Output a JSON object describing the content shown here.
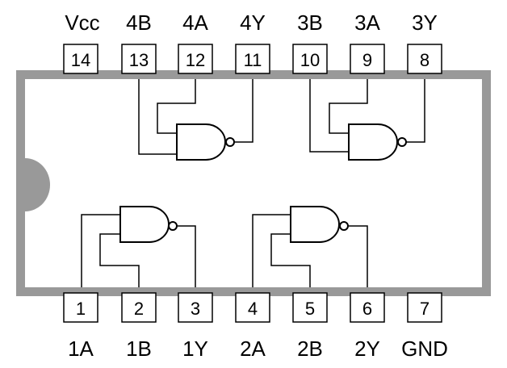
{
  "chip": {
    "body_color": "#999999",
    "inner_color": "#ffffff",
    "notch_color": "#999999"
  },
  "pins": {
    "top": [
      {
        "number": "14",
        "label": "Vcc"
      },
      {
        "number": "13",
        "label": "4B"
      },
      {
        "number": "12",
        "label": "4A"
      },
      {
        "number": "11",
        "label": "4Y"
      },
      {
        "number": "10",
        "label": "3B"
      },
      {
        "number": "9",
        "label": "3A"
      },
      {
        "number": "8",
        "label": "3Y"
      }
    ],
    "bottom": [
      {
        "number": "1",
        "label": "1A"
      },
      {
        "number": "2",
        "label": "1B"
      },
      {
        "number": "3",
        "label": "1Y"
      },
      {
        "number": "4",
        "label": "2A"
      },
      {
        "number": "5",
        "label": "2B"
      },
      {
        "number": "6",
        "label": "2Y"
      },
      {
        "number": "7",
        "label": "GND"
      }
    ]
  },
  "gates": [
    {
      "id": "gate-1",
      "type": "NAND",
      "inputs": [
        "1A",
        "1B"
      ],
      "output": "1Y"
    },
    {
      "id": "gate-2",
      "type": "NAND",
      "inputs": [
        "2A",
        "2B"
      ],
      "output": "2Y"
    },
    {
      "id": "gate-3",
      "type": "NAND",
      "inputs": [
        "3A",
        "3B"
      ],
      "output": "3Y"
    },
    {
      "id": "gate-4",
      "type": "NAND",
      "inputs": [
        "4A",
        "4B"
      ],
      "output": "4Y"
    }
  ]
}
